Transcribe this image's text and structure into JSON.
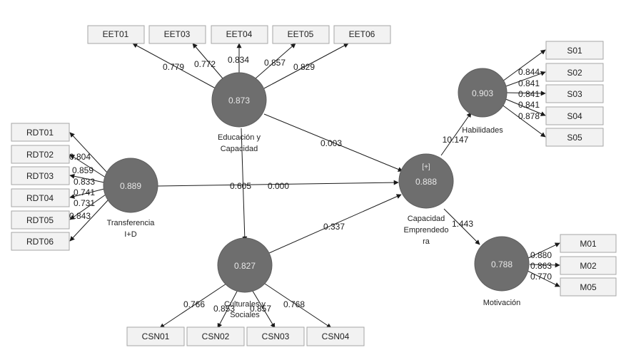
{
  "constructs": {
    "educacion": {
      "name_lines": [
        "Educación y",
        "Capacidad"
      ],
      "value": "0.873"
    },
    "transferencia": {
      "name_lines": [
        "Transferencia",
        "I+D"
      ],
      "value": "0.889"
    },
    "culturales": {
      "name_lines": [
        "Culturales y",
        "Sociales"
      ],
      "value": "0.827"
    },
    "capacidad": {
      "name_lines": [
        "Capacidad",
        "Emprendedo",
        "ra"
      ],
      "value": "0.888",
      "marker": "[+]"
    },
    "habilidades": {
      "name_lines": [
        "Habilidades"
      ],
      "value": "0.903"
    },
    "motivacion": {
      "name_lines": [
        "Motivación"
      ],
      "value": "0.788"
    }
  },
  "indicators": {
    "EET01": "EET01",
    "EET03": "EET03",
    "EET04": "EET04",
    "EET05": "EET05",
    "EET06": "EET06",
    "RDT01": "RDT01",
    "RDT02": "RDT02",
    "RDT03": "RDT03",
    "RDT04": "RDT04",
    "RDT05": "RDT05",
    "RDT06": "RDT06",
    "CSN01": "CSN01",
    "CSN02": "CSN02",
    "CSN03": "CSN03",
    "CSN04": "CSN04",
    "S01": "S01",
    "S02": "S02",
    "S03": "S03",
    "S04": "S04",
    "S05": "S05",
    "M01": "M01",
    "M02": "M02",
    "M05": "M05"
  },
  "loadings": {
    "EET01": "0.779",
    "EET03": "0.772",
    "EET04": "0.834",
    "EET05": "0.857",
    "EET06": "0.829",
    "RDT02": "0.804",
    "RDT03": "0.859",
    "RDT04": "0.833",
    "RDT05": "0.741",
    "RDT05b": "0.731",
    "RDT06": "0.843",
    "CSN01": "0.766",
    "CSN02": "0.853",
    "CSN03": "0.857",
    "CSN04": "0.768",
    "S01": "0.844",
    "S02": "0.841",
    "S03": "0.841",
    "S04": "0.841",
    "S05": "0.878",
    "M01": "0.880",
    "M02": "0.863",
    "M05": "0.770"
  },
  "paths": {
    "educacion_capacidad": "0.003",
    "transferencia_capacidad": "0.000",
    "educacion_culturales": "0.605",
    "culturales_capacidad": "0.337",
    "capacidad_habilidades": "10.147",
    "capacidad_motivacion": "1.443"
  }
}
